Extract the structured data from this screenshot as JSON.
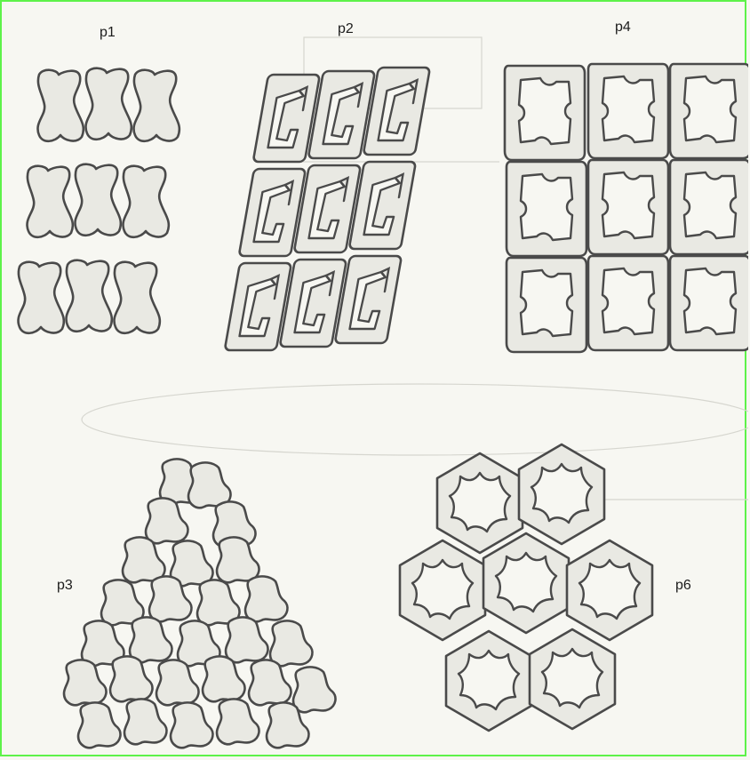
{
  "labels": {
    "p1": "p1",
    "p2": "p2",
    "p4": "p4",
    "p3": "p3",
    "p6": "p6"
  },
  "colors": {
    "border": "#5ef24a",
    "stroke": "#4a4a4a",
    "tile_fill": "#e9e9e3",
    "paper": "#f7f7f2"
  }
}
